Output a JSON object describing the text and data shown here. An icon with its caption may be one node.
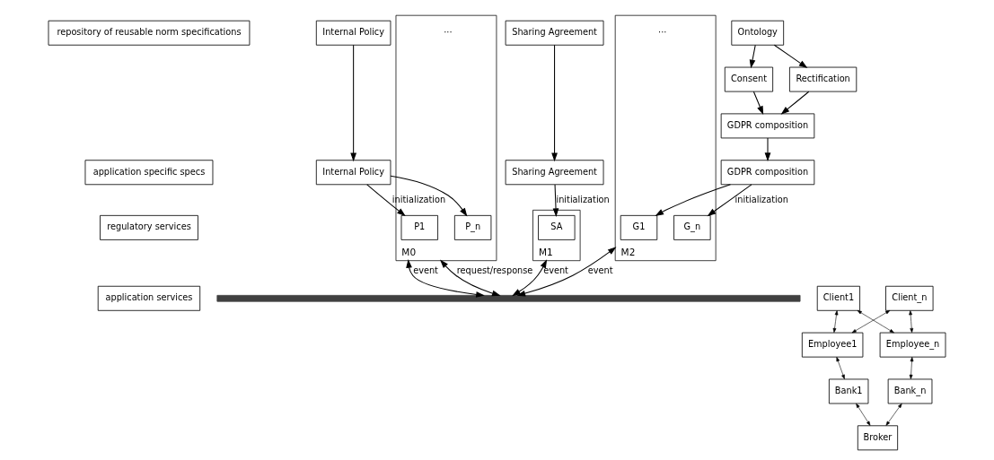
{
  "diagram": {
    "nodes": [
      {
        "text": [
          "repository of reusable norm specifications"
        ]
      },
      {
        "text": [
          "application specific specs"
        ]
      },
      {
        "text": [
          "regulatory services"
        ]
      },
      {
        "text": [
          "application services"
        ]
      },
      {
        "text": [
          "Internal Policy"
        ]
      },
      {
        "text": [
          "Sharing Agreement"
        ]
      },
      {
        "text": [
          "Consent"
        ]
      },
      {
        "text": [
          "Ontology"
        ]
      },
      {
        "text": [
          "Rectification"
        ]
      },
      {
        "text": [
          "GDPR composition"
        ]
      },
      {
        "text": [
          "Internal Policy"
        ]
      },
      {
        "text": [
          "Sharing Agreement"
        ]
      },
      {
        "text": [
          "GDPR composition"
        ]
      },
      {
        "text": [
          "M0"
        ]
      },
      {
        "text": [
          "P1"
        ],
        "in": 13
      },
      {
        "text": [
          "P_n"
        ],
        "in": 13
      },
      {
        "text": [
          "M1"
        ]
      },
      {
        "text": [
          "SA"
        ],
        "in": 16
      },
      {
        "text": [
          "M2"
        ]
      },
      {
        "text": [
          "G1"
        ],
        "in": 18
      },
      {
        "text": [
          "G_n"
        ],
        "in": 18
      },
      {
        "text": [],
        "shape": "bar"
      },
      {
        "text": [
          "Client1"
        ]
      },
      {
        "text": [
          "Client_n"
        ]
      },
      {
        "text": [
          "Employee1"
        ]
      },
      {
        "text": [
          "Employee_n"
        ]
      },
      {
        "text": [
          "Bank1"
        ]
      },
      {
        "text": [
          "Bank_n"
        ]
      },
      {
        "text": [
          "Broker"
        ]
      }
    ],
    "edges": [
      {
        "from": 7,
        "to": 6,
        "arrow": "to"
      },
      {
        "from": 7,
        "to": 8,
        "arrow": "to"
      },
      {
        "from": 6,
        "to": 9,
        "arrow": "to"
      },
      {
        "from": 8,
        "to": 9,
        "arrow": "to"
      },
      {
        "from": 4,
        "to": 10,
        "arrow": "to"
      },
      {
        "from": 5,
        "to": 11,
        "arrow": "to"
      },
      {
        "from": 9,
        "to": 12,
        "arrow": "to"
      },
      {
        "from": 10,
        "to": 14,
        "arrow": "to",
        "label": "initialization"
      },
      {
        "from": 10,
        "to": 15,
        "arrow": "to"
      },
      {
        "from": 11,
        "to": 17,
        "arrow": "to",
        "label": "initialization"
      },
      {
        "from": 12,
        "to": 19,
        "arrow": "to"
      },
      {
        "from": 12,
        "to": 20,
        "arrow": "to",
        "label": "initialization"
      },
      {
        "from": 13,
        "to": 21,
        "arrow": "both",
        "label": "event"
      },
      {
        "from": 13,
        "to": 21,
        "arrow": "both",
        "label": "request/response"
      },
      {
        "from": 16,
        "to": 21,
        "arrow": "both",
        "label": "event"
      },
      {
        "from": 18,
        "to": 21,
        "arrow": "both",
        "label": "event"
      },
      {
        "from": 22,
        "to": 24,
        "arrow": "both"
      },
      {
        "from": 22,
        "to": 25,
        "arrow": "both"
      },
      {
        "from": 23,
        "to": 24,
        "arrow": "both"
      },
      {
        "from": 23,
        "to": 25,
        "arrow": "both"
      },
      {
        "from": 24,
        "to": 26,
        "arrow": "both"
      },
      {
        "from": 25,
        "to": 27,
        "arrow": "both"
      },
      {
        "from": 26,
        "to": 28,
        "arrow": "both"
      },
      {
        "from": 27,
        "to": 28,
        "arrow": "both"
      }
    ],
    "labels": [
      "···",
      "···"
    ]
  }
}
